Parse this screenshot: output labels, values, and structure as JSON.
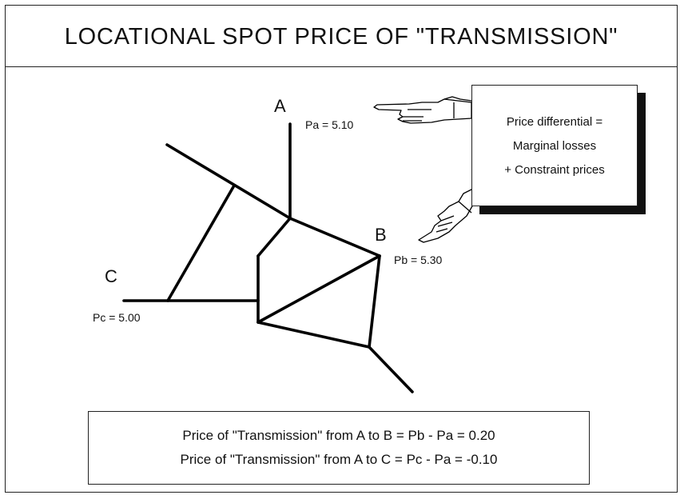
{
  "title": "LOCATIONAL SPOT PRICE OF \"TRANSMISSION\"",
  "nodes": {
    "a": {
      "label": "A",
      "price": "Pa = 5.10"
    },
    "b": {
      "label": "B",
      "price": "Pb = 5.30"
    },
    "c": {
      "label": "C",
      "price": "Pc = 5.00"
    }
  },
  "callout": {
    "lines": [
      "Price differential =",
      "Marginal losses",
      "+ Constraint prices"
    ],
    "icons": [
      "pointing-hand-icon",
      "pointing-hand-icon"
    ]
  },
  "formulas": [
    "Price of \"Transmission\" from A to B = Pb - Pa = 0.20",
    "Price of \"Transmission\" from A to C = Pc - Pa = -0.10"
  ]
}
